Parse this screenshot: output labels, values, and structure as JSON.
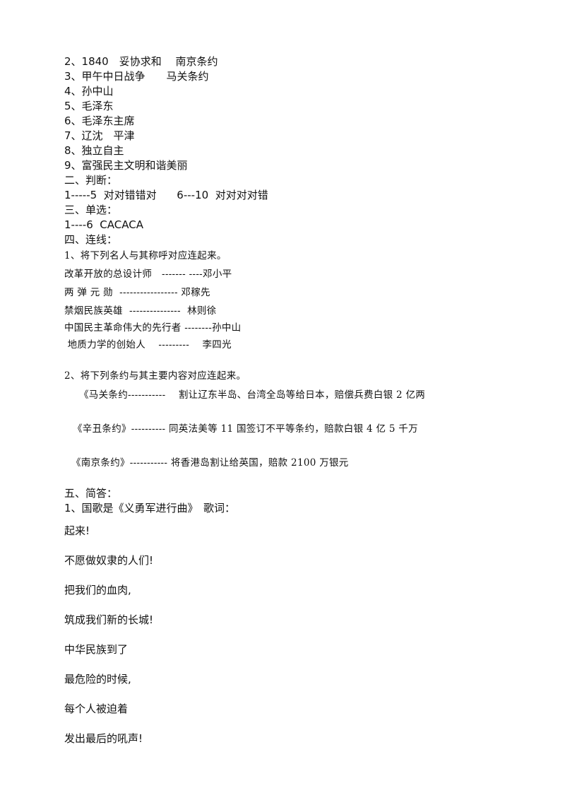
{
  "fill_answers": [
    "2、1840　妥协求和　 南京条约",
    "3、甲午中日战争　　马关条约",
    "4、孙中山",
    "5、毛泽东",
    "6、毛泽东主席",
    "7、辽沈　平津",
    "8、独立自主",
    "9、富强民主文明和谐美丽"
  ],
  "judge": {
    "heading": "二、判断：",
    "answer": "1-----5  对对错错对      6---10  对对对对错"
  },
  "single_choice": {
    "heading": "三、单选：",
    "answer": "1----6  CACACA"
  },
  "matching": {
    "heading": "四、连线：",
    "q1_title": "1、将下列名人与其称呼对应连起来。",
    "q1_rows": [
      "改革开放的总设计师   ------- ----邓小平",
      "两 弹 元 勋  ----------------- 邓稼先",
      "禁烟民族英雄  ---------------  林则徐",
      "中国民主革命伟大的先行者 --------孙中山",
      " 地质力学的创始人    ---------    李四光"
    ],
    "q2_title": "2、将下列条约与其主要内容对应连起来。",
    "q2_rows": [
      "《马关条约-----------    割让辽东半岛、台湾全岛等给日本，赔偿兵费白银 2 亿两",
      "《辛丑条约》---------- 同英法美等 11 国签订不平等条约，赔款白银 4 亿 5 千万",
      "《南京条约》----------- 将香港岛割让给英国，赔款 2100 万银元"
    ]
  },
  "short_answer": {
    "heading": "五、简答：",
    "q1": "1、国歌是《义勇军进行曲》　歌词：",
    "lyrics": [
      "起来!",
      "不愿做奴隶的人们!",
      "把我们的血肉,",
      "筑成我们新的长城!",
      "中华民族到了",
      "最危险的时候,",
      "每个人被迫着",
      "发出最后的吼声!"
    ]
  }
}
